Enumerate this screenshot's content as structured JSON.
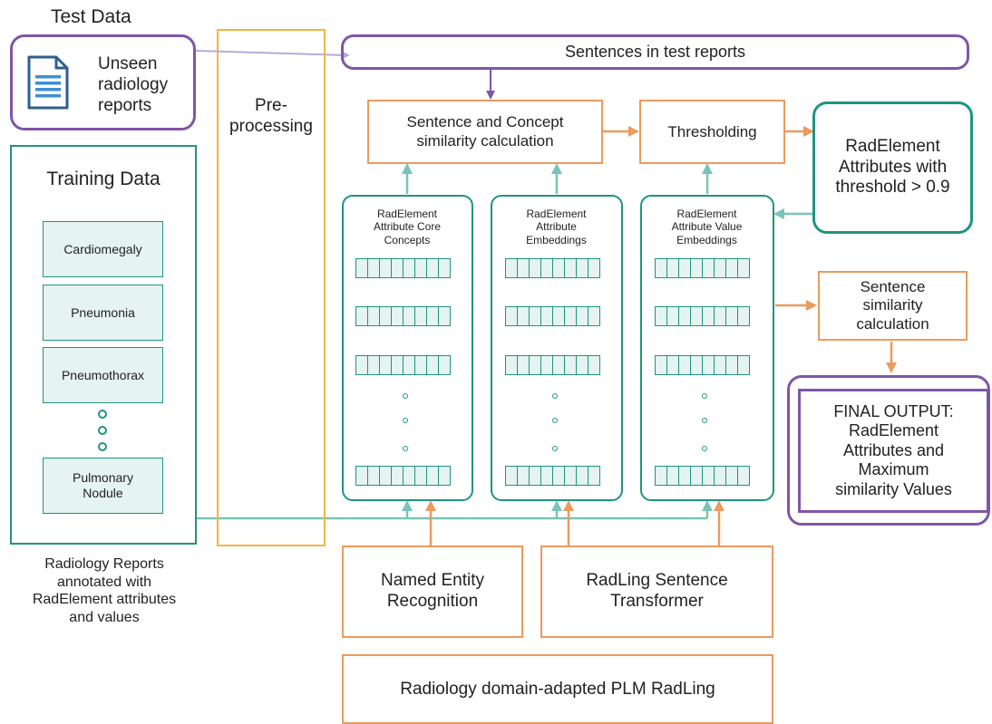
{
  "test_data": {
    "title": "Test Data",
    "box_label": "Unseen\nradiology\nreports",
    "icon": "document-icon"
  },
  "preprocessing": {
    "label": "Pre-\nprocessing"
  },
  "training_data": {
    "title": "Training Data",
    "items": [
      "Cardiomegaly",
      "Pneumonia",
      "Pneumothorax",
      "Pulmonary\nNodule"
    ],
    "caption": "Radiology Reports\nannotated with\nRadElement attributes\nand values"
  },
  "sentences_bar": {
    "label": "Sentences in test reports"
  },
  "similarity_calc": {
    "label": "Sentence and Concept\nsimilarity calculation"
  },
  "thresholding": {
    "label": "Thresholding"
  },
  "threshold_output": {
    "label": "RadElement\nAttributes with\nthreshold > 0.9"
  },
  "embedding_panels": [
    {
      "label": "RadElement\nAttribute Core\nConcepts"
    },
    {
      "label": "RadElement\nAttribute\nEmbeddings"
    },
    {
      "label": "RadElement\nAttribute Value\nEmbeddings"
    }
  ],
  "sentence_similarity": {
    "label": "Sentence\nsimilarity\ncalculation"
  },
  "final_output": {
    "label": "FINAL OUTPUT:\nRadElement\nAttributes and\nMaximum\nsimilarity Values"
  },
  "ner": {
    "label": "Named Entity\nRecognition"
  },
  "sentence_transformer": {
    "label": "RadLing Sentence\nTransformer"
  },
  "plm": {
    "label": "Radiology domain-adapted PLM RadLing"
  },
  "colors": {
    "purple": "#7f56a8",
    "teal": "#1f9482",
    "orange": "#ec9a5d",
    "yellow": "#f3b542",
    "light_purple_arrow": "#b6a9dc",
    "light_teal_arrow": "#79c4b8",
    "cell_fill": "#e5f3f1"
  }
}
